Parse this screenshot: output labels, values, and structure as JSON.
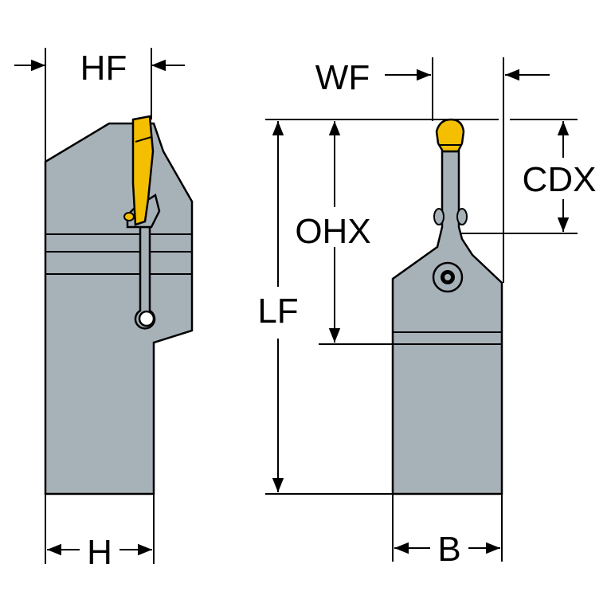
{
  "colors": {
    "body": "#a7b1b8",
    "insert": "#f3bf00",
    "outline": "#000000",
    "background": "#ffffff"
  },
  "labels": {
    "hf": "HF",
    "h": "H",
    "wf": "WF",
    "cdx": "CDX",
    "ohx": "OHX",
    "lf": "LF",
    "b": "B"
  }
}
